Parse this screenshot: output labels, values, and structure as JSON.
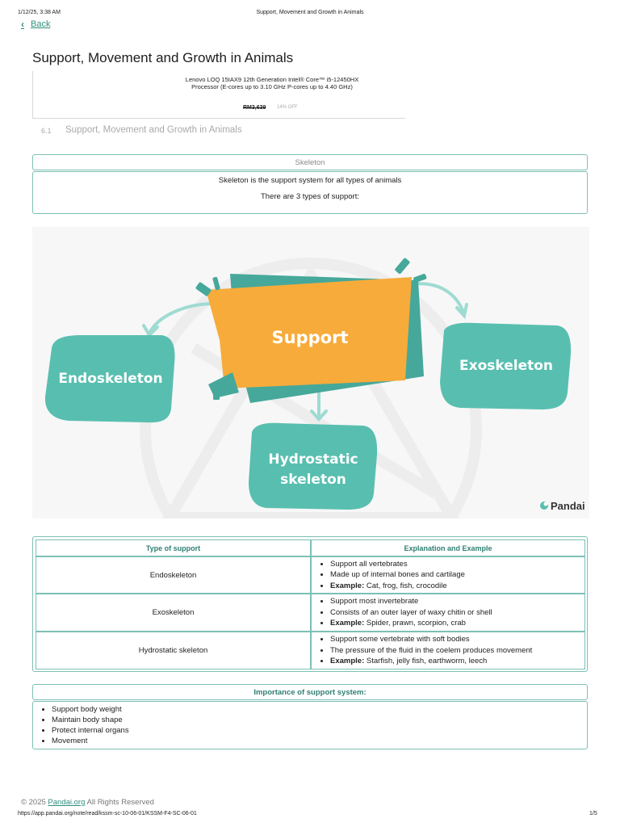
{
  "print_header": {
    "datetime": "1/12/25, 3:38 AM",
    "doc_title": "Support, Movement and Growth in Animals"
  },
  "nav": {
    "back_label": "Back"
  },
  "page": {
    "title": "Support, Movement and Growth in Animals"
  },
  "ad": {
    "text": "Lenovo LOQ 15IAX9 12th Generation Intel® Core™ i5-12450HX Processor (E-cores up to 3.10 GHz P-cores up to 4.40 GHz)",
    "price": "RM3,639",
    "discount": "14% OFF"
  },
  "section": {
    "number": "6.1",
    "title": "Support, Movement and Growth in Animals"
  },
  "skeleton": {
    "heading": "Skeleton",
    "line1": "Skeleton is the support system for all types of animals",
    "line2": "There are 3 types of support:"
  },
  "diagram": {
    "center": "Support",
    "left": "Endoskeleton",
    "right": "Exoskeleton",
    "bottom_line1": "Hydrostatic",
    "bottom_line2": "skeleton",
    "brand": "Pandai",
    "colors": {
      "teal": "#58bfb0",
      "orange": "#f7ab3a",
      "dark_teal": "#46a89a"
    }
  },
  "support_table": {
    "headers": [
      "Type of support",
      "Explanation and Example"
    ],
    "example_label": "Example:",
    "rows": [
      {
        "type": "Endoskeleton",
        "points": [
          "Support all vertebrates",
          "Made up of internal bones and cartilage"
        ],
        "example": "Cat, frog, fish, crocodile"
      },
      {
        "type": "Exoskeleton",
        "points": [
          "Support most invertebrate",
          "Consists of an outer layer of waxy chitin or shell"
        ],
        "example": "Spider, prawn, scorpion, crab"
      },
      {
        "type": "Hydrostatic skeleton",
        "points": [
          "Support some vertebrate with soft bodies",
          "The pressure of the fluid in the coelem produces movement"
        ],
        "example": "Starfish, jelly fish, earthworm, leech"
      }
    ]
  },
  "importance": {
    "heading": "Importance of support system:",
    "items": [
      "Support body weight",
      "Maintain body shape",
      "Protect internal organs",
      "Movement"
    ]
  },
  "footer": {
    "copyright": "© 2025",
    "link": "Pandai.org",
    "rights": "All Rights Reserved",
    "url": "https://app.pandai.org/note/read/kssm-sc-10-06-01/KSSM-F4-SC-06-01",
    "page": "1/5"
  }
}
